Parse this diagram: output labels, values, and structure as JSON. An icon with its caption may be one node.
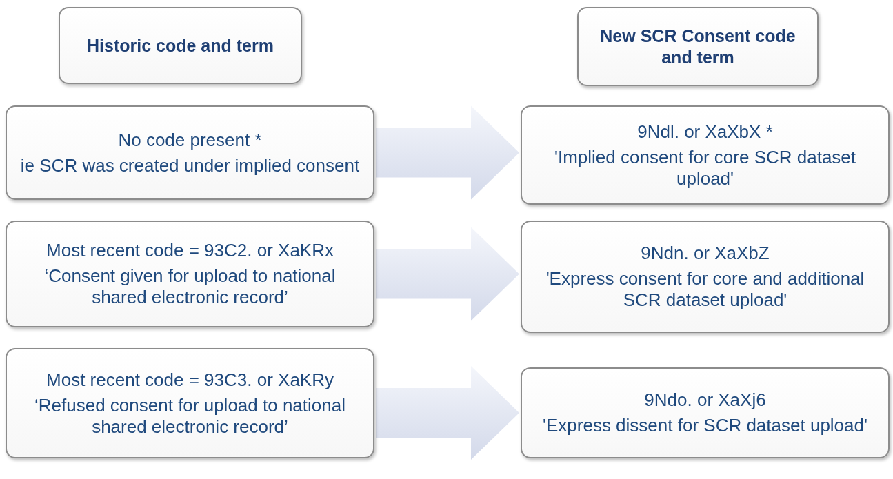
{
  "diagram": {
    "nodes": [
      {
        "text": [
          "Historic code and term"
        ]
      },
      {
        "text": [
          "New SCR Consent code and term"
        ]
      },
      {
        "text": [
          "No code present *",
          "ie SCR was created under implied consent"
        ]
      },
      {
        "text": [
          "9Ndl. or XaXbX *",
          "'Implied consent for core SCR dataset upload'"
        ]
      },
      {
        "text": [
          "Most recent code = 93C2. or XaKRx",
          "‘Consent given for upload to national shared electronic record’"
        ]
      },
      {
        "text": [
          "9Ndn. or XaXbZ",
          "'Express consent for core and additional SCR dataset upload'"
        ]
      },
      {
        "text": [
          "Most recent code = 93C3. or XaKRy",
          "‘Refused consent for upload to national shared electronic record’"
        ]
      },
      {
        "text": [
          "9Ndo. or XaXj6",
          "'Express dissent for SCR dataset upload'"
        ]
      }
    ],
    "edges": [
      {
        "from": 2,
        "to": 3,
        "arrow": "to"
      },
      {
        "from": 4,
        "to": 5,
        "arrow": "to"
      },
      {
        "from": 6,
        "to": 7,
        "arrow": "to"
      }
    ]
  }
}
